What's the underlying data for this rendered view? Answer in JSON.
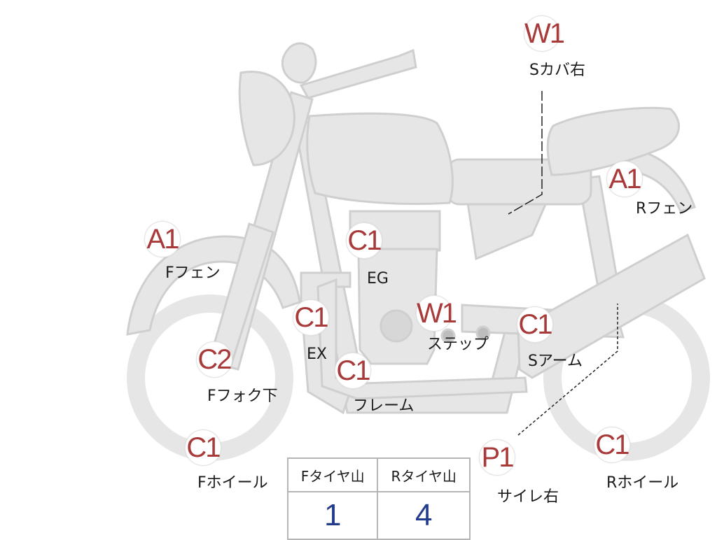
{
  "colors": {
    "part_fill": "#e6e6e6",
    "part_stroke": "#cfcfcf",
    "grade": "#a83a3a",
    "tire_value": "#243c8c"
  },
  "annotations": [
    {
      "id": "w1-side-cover",
      "grade": "W1",
      "part": "Sカバ右"
    },
    {
      "id": "a1-rear-fender",
      "grade": "A1",
      "part": "Rフェン"
    },
    {
      "id": "a1-front-fender",
      "grade": "A1",
      "part": "Fフェン"
    },
    {
      "id": "c1-engine",
      "grade": "C1",
      "part": "EG"
    },
    {
      "id": "c1-exhaust",
      "grade": "C1",
      "part": "EX"
    },
    {
      "id": "w1-step",
      "grade": "W1",
      "part": "ステップ"
    },
    {
      "id": "c1-swingarm",
      "grade": "C1",
      "part": "Sアーム"
    },
    {
      "id": "c2-front-fork",
      "grade": "C2",
      "part": "Fフォク下"
    },
    {
      "id": "c1-frame",
      "grade": "C1",
      "part": "フレーム"
    },
    {
      "id": "c1-front-wheel",
      "grade": "C1",
      "part": "Fホイール"
    },
    {
      "id": "p1-muffler",
      "grade": "P1",
      "part": "サイレ右"
    },
    {
      "id": "c1-rear-wheel",
      "grade": "C1",
      "part": "Rホイール"
    }
  ],
  "tire_table": {
    "headers": [
      "Fタイヤ山",
      "Rタイヤ山"
    ],
    "values": [
      "1",
      "4"
    ]
  }
}
